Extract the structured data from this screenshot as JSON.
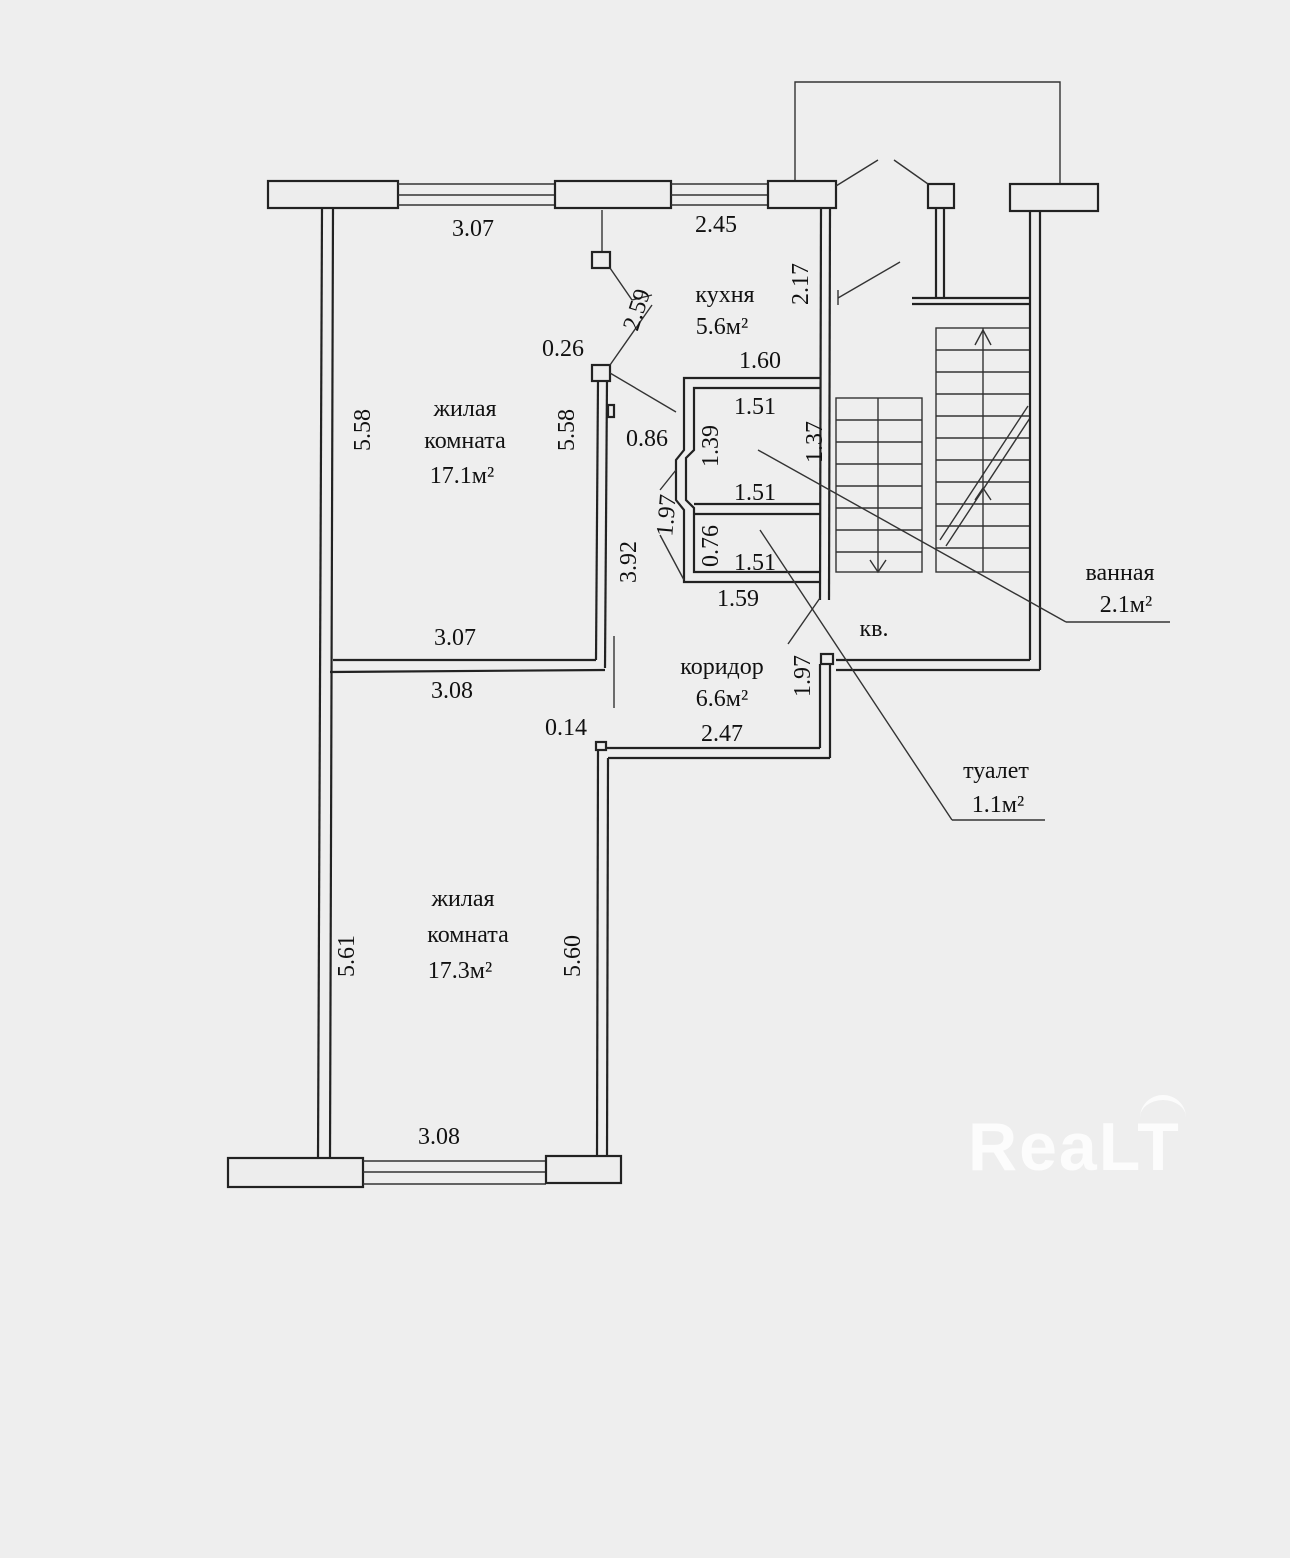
{
  "rooms": {
    "living1": {
      "name_line1": "жилая",
      "name_line2": "комната",
      "area": "17.1м²"
    },
    "living2": {
      "name_line1": "жилая",
      "name_line2": "комната",
      "area": "17.3м²"
    },
    "kitchen": {
      "name": "кухня",
      "area": "5.6м²"
    },
    "corridor": {
      "name": "коридор",
      "area": "6.6м²"
    },
    "bathroom": {
      "name": "ванная",
      "area": "2.1м²"
    },
    "toilet": {
      "name": "туалет",
      "area": "1.1м²"
    },
    "apartment_mark": "кв."
  },
  "dimensions": {
    "living1_top": "3.07",
    "living1_left": "5.58",
    "living1_right": "5.58",
    "living1_bottom": "3.07",
    "kitchen_top": "2.45",
    "kitchen_right": "2.17",
    "kitchen_diag": "2.59",
    "kitchen_corner": "0.26",
    "bath_top": "1.60",
    "niche": "0.86",
    "bath_inner_top": "1.51",
    "bath_side": "1.39",
    "bath_side2": "1.37",
    "toilet_top": "1.51",
    "toilet_side": "0.76",
    "toilet_bottom": "1.51",
    "diag_197": "1.97",
    "corridor_side": "3.92",
    "corridor_top": "1.59",
    "corridor_right": "1.97",
    "living2_top": "3.08",
    "corner_014": "0.14",
    "corridor_bottom": "2.47",
    "living2_left": "5.61",
    "living2_right": "5.60",
    "living2_bottom": "3.08"
  },
  "watermark": "ReaLT"
}
